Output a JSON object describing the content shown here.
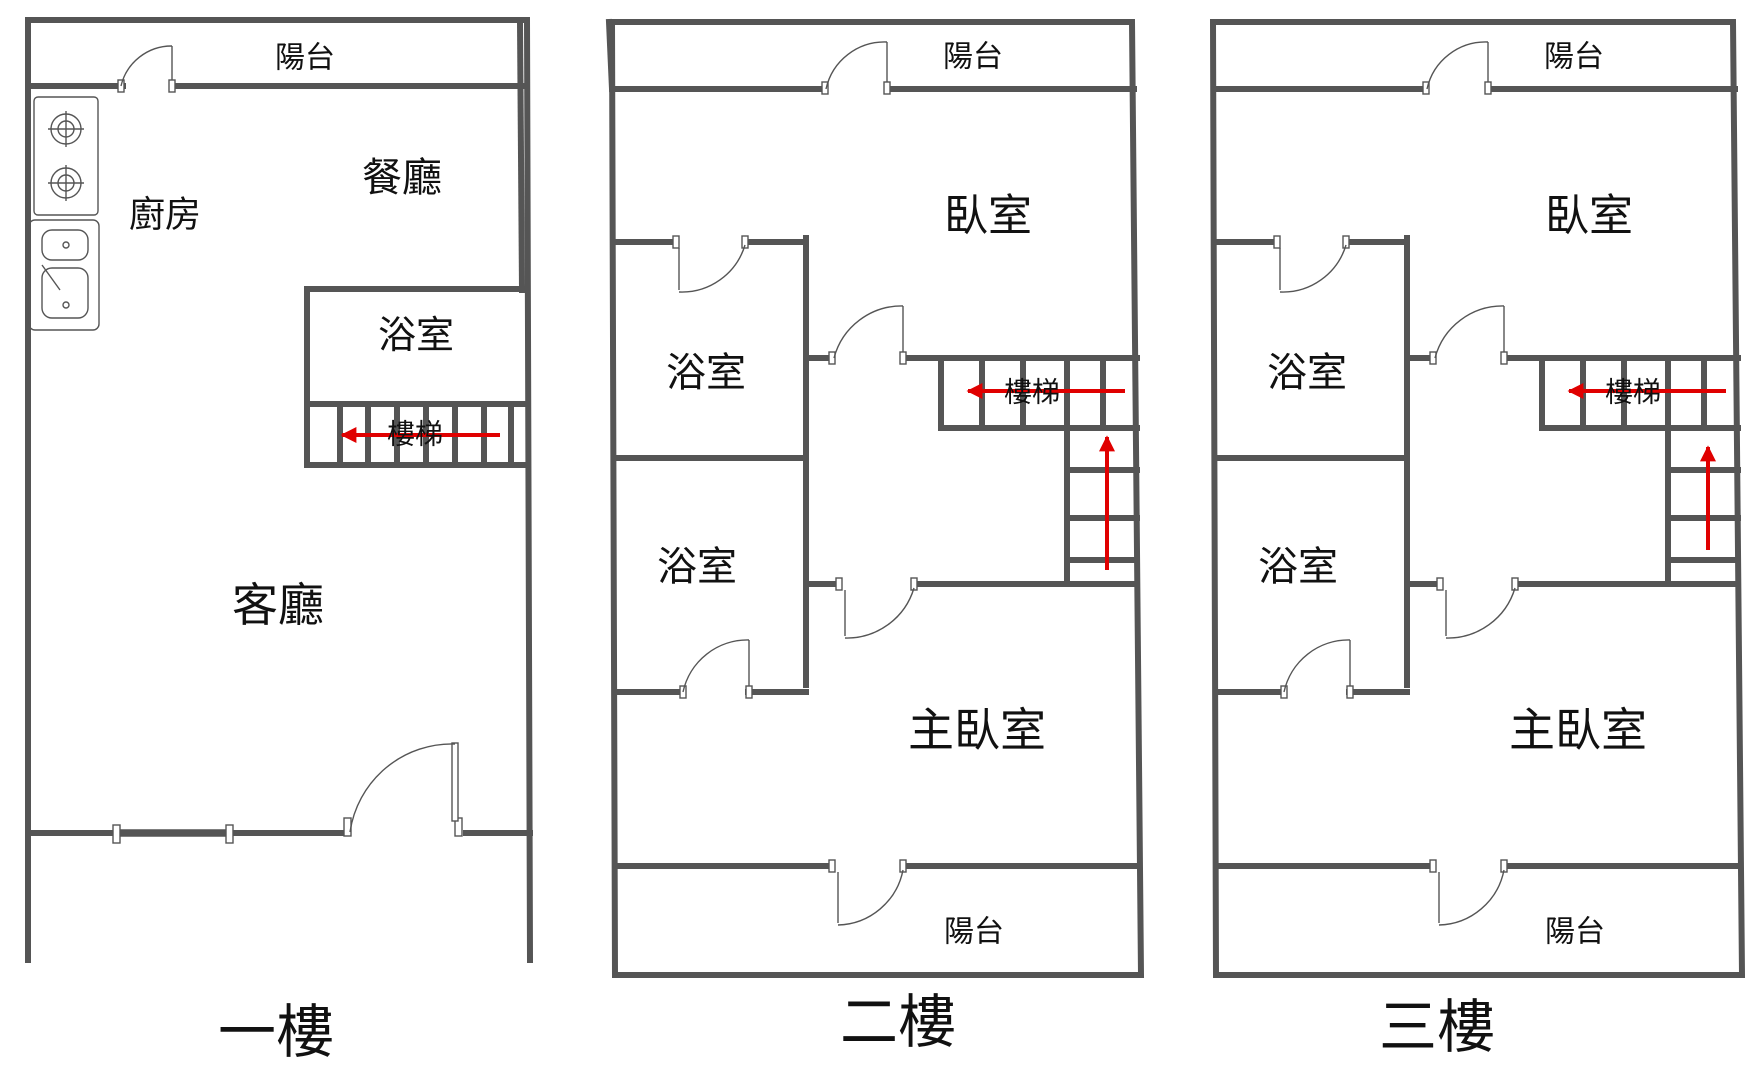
{
  "floors": [
    {
      "title": "一樓",
      "rooms": {
        "balcony": "陽台",
        "dining": "餐廳",
        "kitchen": "廚房",
        "bathroom": "浴室",
        "stairs": "樓梯",
        "living": "客廳"
      }
    },
    {
      "title": "二樓",
      "rooms": {
        "balcony_top": "陽台",
        "bedroom": "臥室",
        "bathroom_1": "浴室",
        "bathroom_2": "浴室",
        "stairs": "樓梯",
        "master_bedroom": "主臥室",
        "balcony_bottom": "陽台"
      }
    },
    {
      "title": "三樓",
      "rooms": {
        "balcony_top": "陽台",
        "bedroom": "臥室",
        "bathroom_1": "浴室",
        "bathroom_2": "浴室",
        "stairs": "樓梯",
        "master_bedroom": "主臥室",
        "balcony_bottom": "陽台"
      }
    }
  ],
  "colors": {
    "wall": "#555555",
    "arrow": "#e00000",
    "text": "#111111"
  },
  "icons": [
    "door-swing-icon",
    "stair-direction-arrow-icon",
    "stove-burner-icon",
    "sink-icon"
  ]
}
